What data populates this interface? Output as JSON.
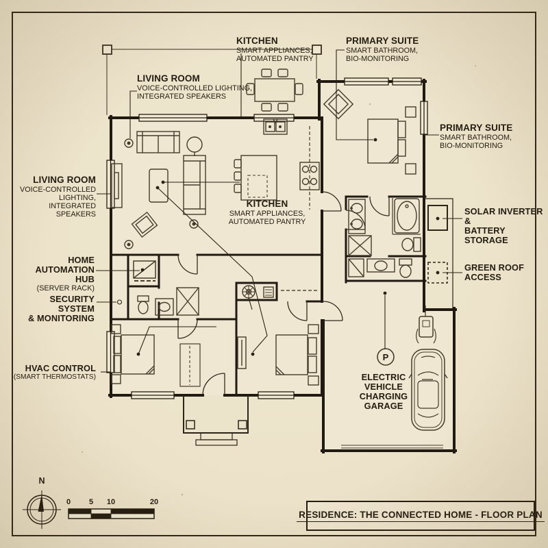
{
  "document": {
    "title_block": "RESIDENCE: THE CONNECTED HOME - FLOOR PLAN"
  },
  "colors": {
    "paper": "#eae0c6",
    "ink": "#241c10",
    "wall": "#201a12"
  },
  "compass": {
    "north_label": "N"
  },
  "scale_bar": {
    "ticks": [
      "0",
      "5",
      "10",
      "20"
    ]
  },
  "annotations": {
    "living_top": {
      "title": "LIVING ROOM",
      "line1": "VOICE-CONTROLLED LIGHTING,",
      "line2": "INTEGRATED SPEAKERS"
    },
    "kitchen_top": {
      "title": "KITCHEN",
      "line1": "SMART APPLIANCES,",
      "line2": "AUTOMATED PANTRY"
    },
    "primary_top": {
      "title": "PRIMARY SUITE",
      "line1": "SMART BATHROOM,",
      "line2": "BIO-MONITORING"
    },
    "living_left": {
      "title": "LIVING ROOM",
      "line1": "VOICE-CONTROLLED",
      "line2": "LIGHTING,",
      "line3": "INTEGRATED SPEAKERS"
    },
    "automation_hub": {
      "line1": "HOME AUTOMATION",
      "line2": "HUB",
      "line3": "(SERVER RACK)"
    },
    "security": {
      "line1": "SECURITY SYSTEM",
      "line2": "& MONITORING"
    },
    "hvac": {
      "line1": "HVAC CONTROL",
      "line2": "(SMART THERMOSTATS)"
    },
    "primary_right": {
      "title": "PRIMARY SUITE",
      "line1": "SMART BATHROOM,",
      "line2": "BIO-MONITORING"
    },
    "solar": {
      "line1": "SOLAR INVERTER &",
      "line2": "BATTERY STORAGE"
    },
    "green_roof": {
      "line1": "GREEN ROOF",
      "line2": "ACCESS"
    },
    "kitchen_center": {
      "title": "KITCHEN",
      "line1": "SMART APPLIANCES,",
      "line2": "AUTOMATED PANTRY"
    },
    "ev_garage": {
      "line1": "ELECTRIC VEHICLE",
      "line2": "CHARGING GARAGE"
    },
    "parking_symbol": "P"
  }
}
